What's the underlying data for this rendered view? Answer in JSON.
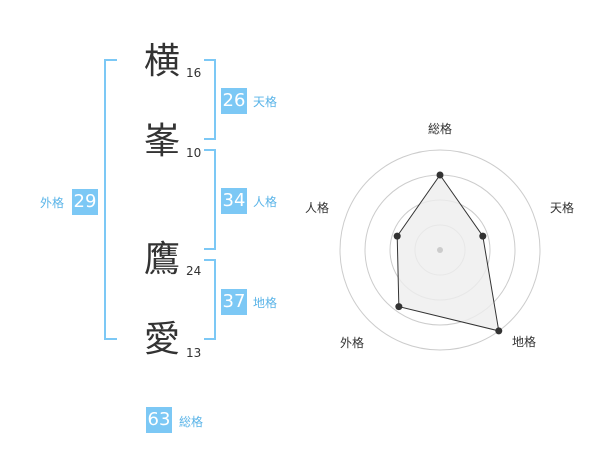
{
  "name_chars": [
    {
      "char": "横",
      "strokes": "16"
    },
    {
      "char": "峯",
      "strokes": "10"
    },
    {
      "char": "鷹",
      "strokes": "24"
    },
    {
      "char": "愛",
      "strokes": "13"
    }
  ],
  "scores": {
    "tenkaku": {
      "value": "26",
      "label": "天格"
    },
    "jinkaku": {
      "value": "34",
      "label": "人格"
    },
    "chikaku": {
      "value": "37",
      "label": "地格"
    },
    "gaikaku": {
      "value": "29",
      "label": "外格"
    },
    "soukaku": {
      "value": "63",
      "label": "総格"
    }
  },
  "radar": {
    "axes": [
      "総格",
      "天格",
      "地格",
      "外格",
      "人格"
    ],
    "values": [
      0.75,
      0.45,
      1.0,
      0.7,
      0.45
    ],
    "max": 1.0,
    "fill_color": "#eeeeee",
    "line_color": "#333333",
    "ring_color": "#cccccc"
  },
  "colors": {
    "bracket": "#7cc8f5",
    "score_bg": "#7cc8f5",
    "score_label": "#5ab4e8"
  }
}
